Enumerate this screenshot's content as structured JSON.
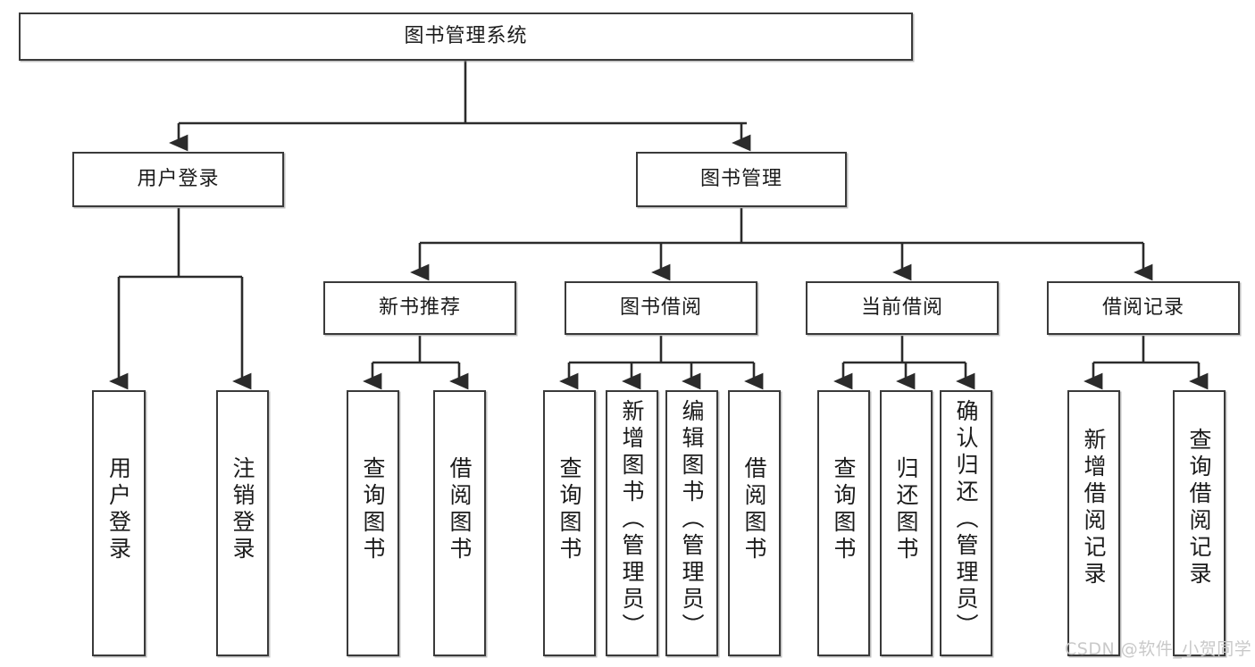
{
  "diagram": {
    "type": "tree",
    "title": "图书管理系统",
    "orientation": "top-down",
    "watermark": "CSDN @软件_小贺同学",
    "colors": {
      "box_border": "#3a3a3a",
      "box_fill": "#ffffff",
      "edge": "#2b2b2b",
      "text": "#1b1b1b",
      "watermark": "#c9c9c9"
    },
    "nodes": {
      "root": {
        "label": "图书管理系统",
        "level": 0
      },
      "user_login": {
        "label": "用户登录",
        "level": 1
      },
      "book_manage": {
        "label": "图书管理",
        "level": 1
      },
      "new_book_rec": {
        "label": "新书推荐",
        "level": 2
      },
      "book_borrow": {
        "label": "图书借阅",
        "level": 2
      },
      "current_borrow": {
        "label": "当前借阅",
        "level": 2
      },
      "borrow_record": {
        "label": "借阅记录",
        "level": 2
      },
      "leaf_user_login": {
        "label": "用户登录",
        "level": 3
      },
      "leaf_logout": {
        "label": "注销登录",
        "level": 3
      },
      "leaf_query_book_1": {
        "label": "查询图书",
        "level": 3
      },
      "leaf_borrow_book_1": {
        "label": "借阅图书",
        "level": 3
      },
      "leaf_query_book_2": {
        "label": "查询图书",
        "level": 3
      },
      "leaf_add_book": {
        "label": "新增图书（管理员）",
        "level": 3
      },
      "leaf_edit_book": {
        "label": "编辑图书（管理员）",
        "level": 3
      },
      "leaf_borrow_book_2": {
        "label": "借阅图书",
        "level": 3
      },
      "leaf_query_book_3": {
        "label": "查询图书",
        "level": 3
      },
      "leaf_return_book": {
        "label": "归还图书",
        "level": 3
      },
      "leaf_confirm_return": {
        "label": "确认归还（管理员）",
        "level": 3
      },
      "leaf_add_record": {
        "label": "新增借阅记录",
        "level": 3
      },
      "leaf_query_record": {
        "label": "查询借阅记录",
        "level": 3
      }
    },
    "edges": [
      {
        "from": "root",
        "to": "user_login"
      },
      {
        "from": "root",
        "to": "book_manage"
      },
      {
        "from": "user_login",
        "to": "leaf_user_login"
      },
      {
        "from": "user_login",
        "to": "leaf_logout"
      },
      {
        "from": "book_manage",
        "to": "new_book_rec"
      },
      {
        "from": "book_manage",
        "to": "book_borrow"
      },
      {
        "from": "book_manage",
        "to": "current_borrow"
      },
      {
        "from": "book_manage",
        "to": "borrow_record"
      },
      {
        "from": "new_book_rec",
        "to": "leaf_query_book_1"
      },
      {
        "from": "new_book_rec",
        "to": "leaf_borrow_book_1"
      },
      {
        "from": "book_borrow",
        "to": "leaf_query_book_2"
      },
      {
        "from": "book_borrow",
        "to": "leaf_add_book"
      },
      {
        "from": "book_borrow",
        "to": "leaf_edit_book"
      },
      {
        "from": "book_borrow",
        "to": "leaf_borrow_book_2"
      },
      {
        "from": "current_borrow",
        "to": "leaf_query_book_3"
      },
      {
        "from": "current_borrow",
        "to": "leaf_return_book"
      },
      {
        "from": "current_borrow",
        "to": "leaf_confirm_return"
      },
      {
        "from": "borrow_record",
        "to": "leaf_add_record"
      },
      {
        "from": "borrow_record",
        "to": "leaf_query_record"
      }
    ]
  }
}
